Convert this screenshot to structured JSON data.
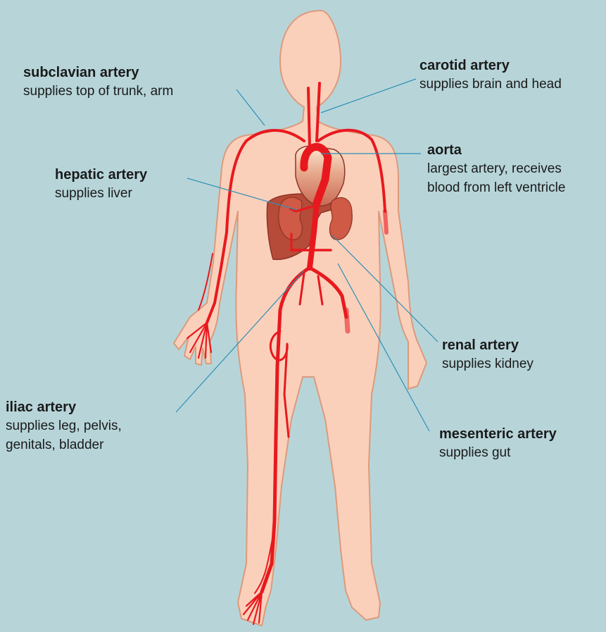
{
  "colors": {
    "background": "#b7d5d9",
    "skin": "#fad0bb",
    "skin_outline": "#dc9a7c",
    "artery": "#e8191e",
    "organ": "#b54b38",
    "leader_line": "#2e8fb5"
  },
  "labels": {
    "subclavian": {
      "name": "subclavian artery",
      "desc": "supplies top of trunk, arm"
    },
    "carotid": {
      "name": "carotid artery",
      "desc": "supplies brain and head"
    },
    "aorta": {
      "name": "aorta",
      "desc": "largest artery, receives\nblood from left ventricle"
    },
    "hepatic": {
      "name": "hepatic artery",
      "desc": "supplies liver"
    },
    "renal": {
      "name": "renal artery",
      "desc": "supplies kidney"
    },
    "iliac": {
      "name": "iliac artery",
      "desc": "supplies leg, pelvis,\ngenitals, bladder"
    },
    "mesenteric": {
      "name": "mesenteric artery",
      "desc": "supplies gut"
    }
  }
}
